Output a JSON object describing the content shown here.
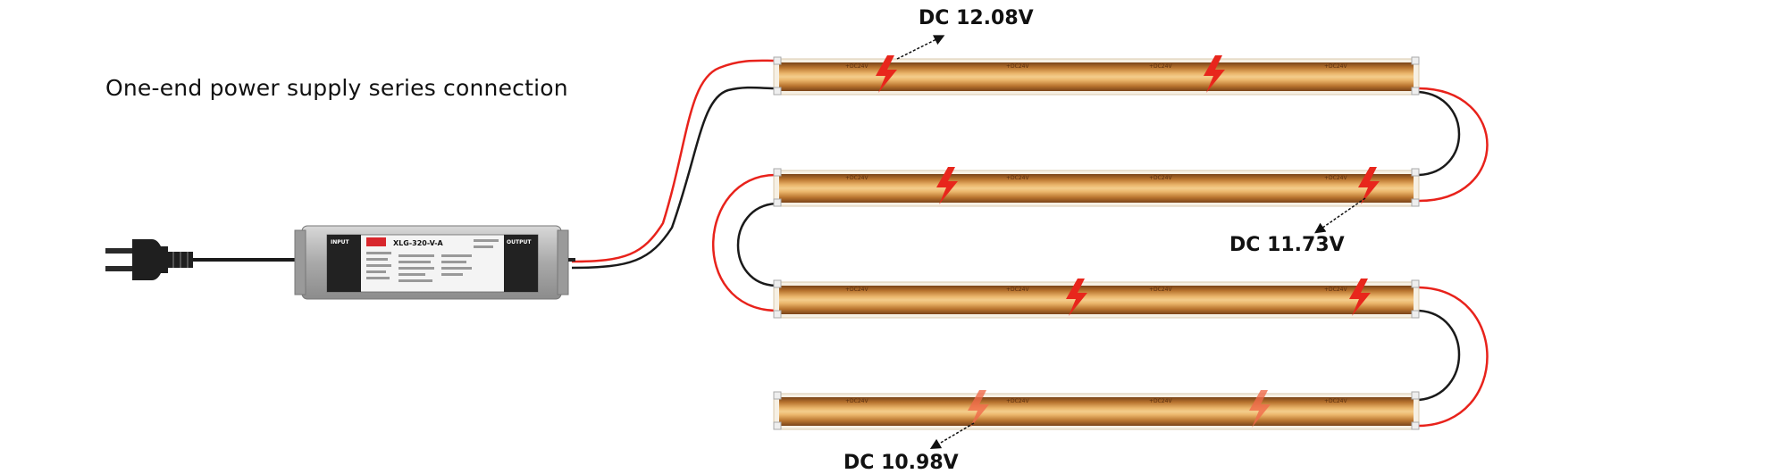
{
  "diagram": {
    "title": "One-end power supply series connection",
    "voltage_labels": [
      "DC 12.08V",
      "DC 11.73V",
      "DC 10.98V"
    ],
    "power_supply": {
      "model": "XLG-320-V-A",
      "input_label": "INPUT",
      "output_label": "OUTPUT"
    },
    "strip_marking": "+DC24V",
    "strip_count": 4,
    "colors": {
      "strip_copper": "#c8893f",
      "strip_light": "#f0c27a",
      "strip_dark": "#7a4418",
      "wire_red": "#e8221b",
      "wire_black": "#1a1a1a",
      "lightning": "#e8261c",
      "supply_body": "#b8b8b8"
    }
  }
}
